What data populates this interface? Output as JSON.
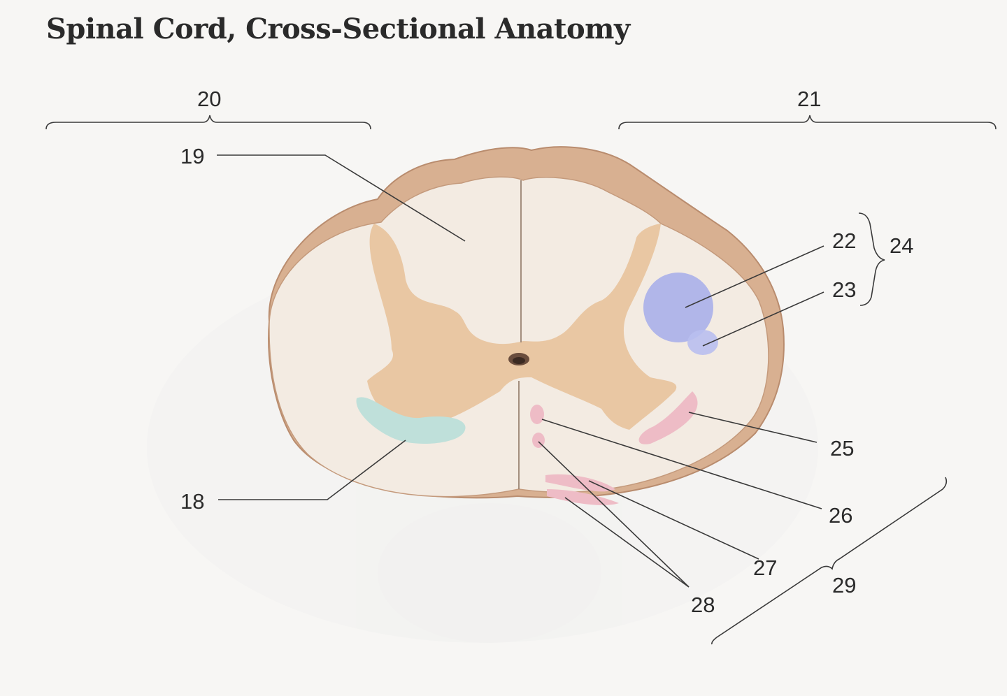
{
  "title": "Spinal Cord, Cross-Sectional Anatomy",
  "labels": {
    "l18": "18",
    "l19": "19",
    "l20": "20",
    "l21": "21",
    "l22": "22",
    "l23": "23",
    "l24": "24",
    "l25": "25",
    "l26": "26",
    "l27": "27",
    "l28": "28",
    "l29": "29"
  },
  "colors": {
    "white_matter": "#f3ebe2",
    "gray_matter": "#e9c7a3",
    "rim": "#d9b79a",
    "blue_tract": "#aab0ea",
    "cyan_tract": "#bfe0da",
    "pink_tract": "#eebcc6",
    "text": "#2b2b2b"
  }
}
